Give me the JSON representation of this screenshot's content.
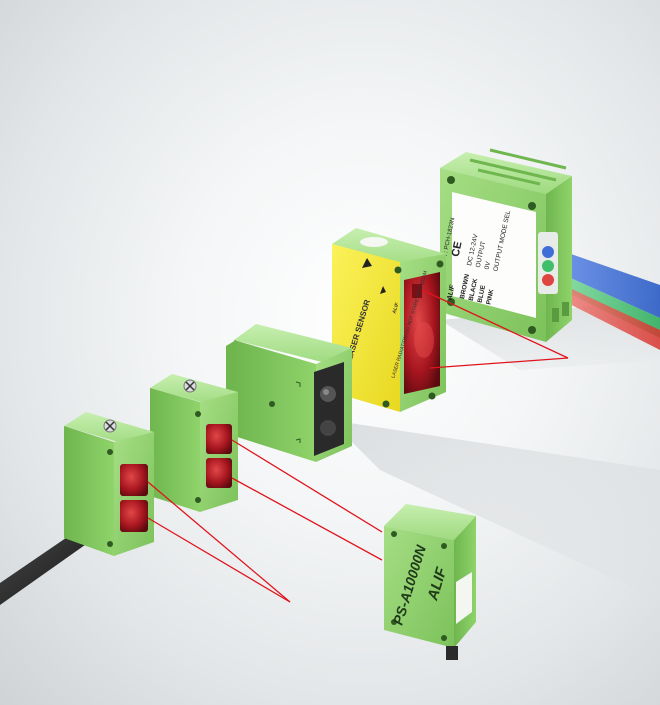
{
  "colors": {
    "housing": "#8fd36a",
    "housing_dark": "#5fa845",
    "housing_light": "#b5e59a",
    "laser_yellow": "#f3e83a",
    "lens_red": "#b3202a",
    "beam_red": "#e0141c",
    "fiber_blue": "#3f6fd6",
    "fiber_green": "#3fbf6a",
    "fiber_red": "#e0443e",
    "background": "#eef0f1"
  },
  "sensor_large": {
    "pn": "P/N : PCH-1823N",
    "wiring": [
      "BROWN",
      "BLACK",
      "BLUE",
      "PINK"
    ],
    "functions": [
      "DC 12-24V",
      "OUTPUT",
      "0V",
      "OUTPUT MODE SEL"
    ],
    "brand": "ALIF",
    "mark": "CE"
  },
  "sensor_laser": {
    "title": "CMOS LASER SENSOR",
    "brand": "ALIF",
    "warning": "LASER RADIATION DO NOT STARE INTO BEAM"
  },
  "sensor_small": {
    "model": "PS-A10000N",
    "brand": "ALIF"
  }
}
